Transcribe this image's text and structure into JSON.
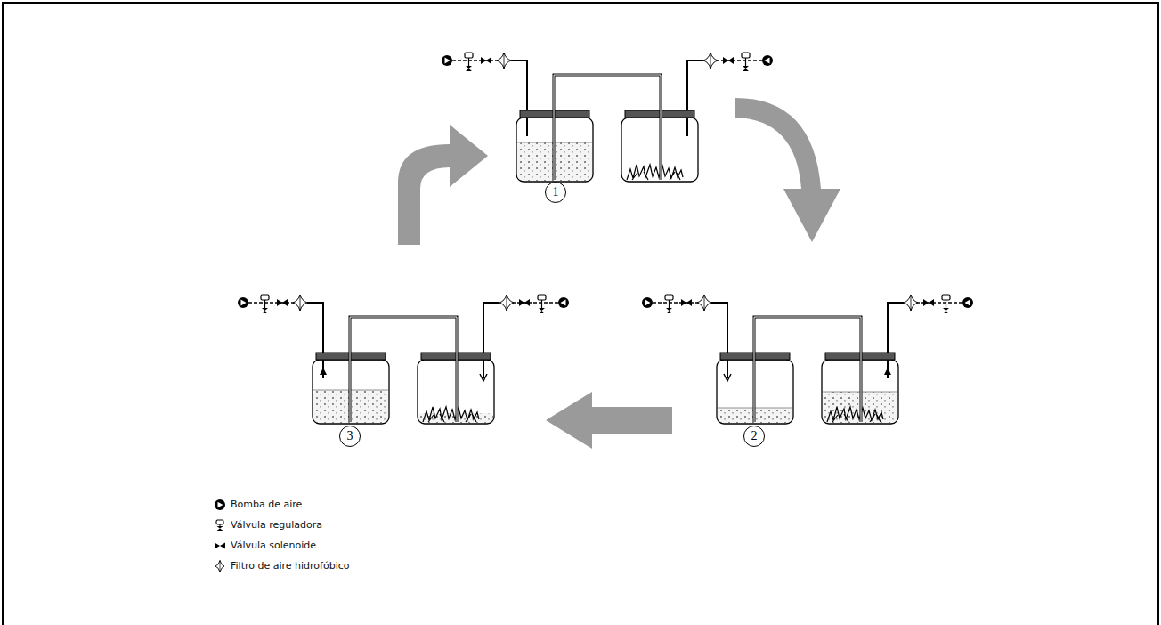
{
  "diagram": {
    "nodes": [
      {
        "text": [
          "1"
        ]
      },
      {
        "text": [
          "2"
        ]
      },
      {
        "text": [
          "3"
        ]
      }
    ],
    "legend": [
      {
        "text": "Bomba de aire"
      },
      {
        "text": "Válvula reguladora"
      },
      {
        "text": "Válvula solenoide"
      },
      {
        "text": "Filtro de aire hidrofóbico"
      }
    ]
  }
}
